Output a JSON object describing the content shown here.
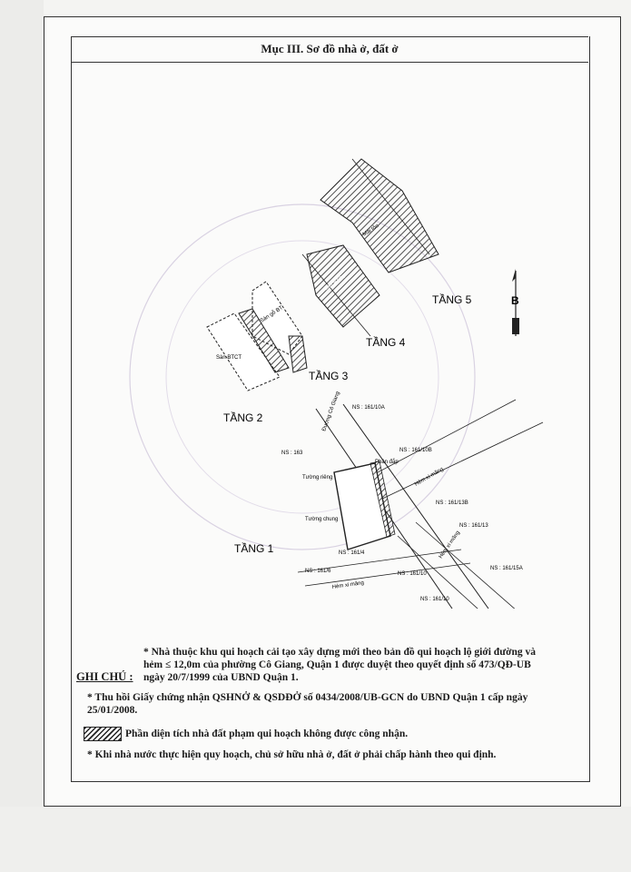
{
  "document": {
    "title": "Mục III. Sơ đồ nhà ở, đất ở"
  },
  "floors": {
    "floor1": "TẦNG 1",
    "floor2": "TẦNG 2",
    "floor3": "TẦNG 3",
    "floor4": "TẦNG 4",
    "floor5": "TẦNG 5"
  },
  "compass": "B",
  "site_labels": {
    "street": "Đường Cô Giang",
    "ns_161_10a": "NS : 161/10A",
    "ns_163": "NS : 163",
    "ns_161_10b": "NS : 161/10B",
    "ns_161_13b": "NS : 161/13B",
    "ns_161_13": "NS : 161/13",
    "ns_161_4": "NS : 161/4",
    "ns_161_6": "NS : 161/6",
    "ns_161_10": "NS : 161/10",
    "ns_161_15a": "NS : 161/15A",
    "ns_161_10_b": "NS : 161/10",
    "hem1": "Hẻm xi măng",
    "hem2": "Hẻm xi măng",
    "hem3": "Hẻm xi măng",
    "tuong_rieng": "Tường riêng",
    "tuong_chung": "Tường chung",
    "phan_dap": "Phần đắp",
    "san_btct": "Sàn BTCT",
    "san_go_bt": "Sàn gỗ BT",
    "mai_ton": "Mái tôn"
  },
  "notes": {
    "ghi_chu_label": "GHI CHÚ :",
    "note1": "* Nhà thuộc khu qui hoạch cải tạo xây dựng mới theo bản đồ qui hoạch lộ giới đường và hẻm ≤ 12,0m của phường Cô Giang, Quận 1 được duyệt theo quyết định số 473/QĐ-UB ngày 20/7/1999 của UBND Quận 1.",
    "note2": "* Thu hồi Giấy chứng nhận QSHNỞ & QSDĐỞ số 0434/2008/UB-GCN do UBND Quận 1 cấp ngày 25/01/2008.",
    "note3": "Phần diện tích nhà đất phạm qui hoạch không được công nhận.",
    "note4": "* Khi nhà nước thực hiện quy hoạch, chủ sở hữu nhà ở, đất ở phải chấp hành theo qui định."
  },
  "colors": {
    "ink": "#1a1a1a",
    "paper": "#fbfbfa"
  }
}
